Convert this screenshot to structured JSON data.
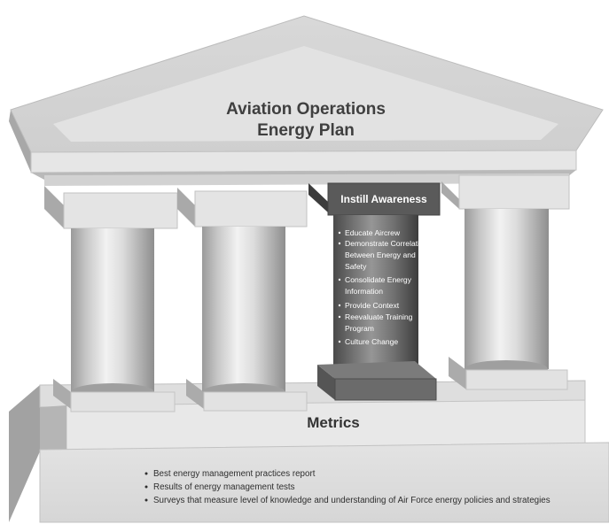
{
  "roof": {
    "title_lines": [
      "Aviation Operations",
      "Energy Plan"
    ]
  },
  "highlighted_pillar": {
    "title": "Instill Awareness",
    "bullets": [
      [
        "Educate Aircrew"
      ],
      [
        "Demonstrate Correlation",
        "Between Energy and",
        "Safety"
      ],
      [
        "Consolidate Energy",
        "Information"
      ],
      [
        "Provide Context"
      ],
      [
        "Reevaluate Training",
        "Program"
      ],
      [
        "Culture Change"
      ]
    ]
  },
  "base": {
    "title": "Metrics",
    "bullets": [
      "Best energy management practices report",
      "Results of energy management tests",
      "Surveys that measure level of knowledge and understanding of Air Force energy policies and strategies"
    ]
  },
  "colors": {
    "highlight_dark": "#5a5a5a",
    "structure_light": "#e6e6e6",
    "text_dark": "#3f3f3f"
  }
}
